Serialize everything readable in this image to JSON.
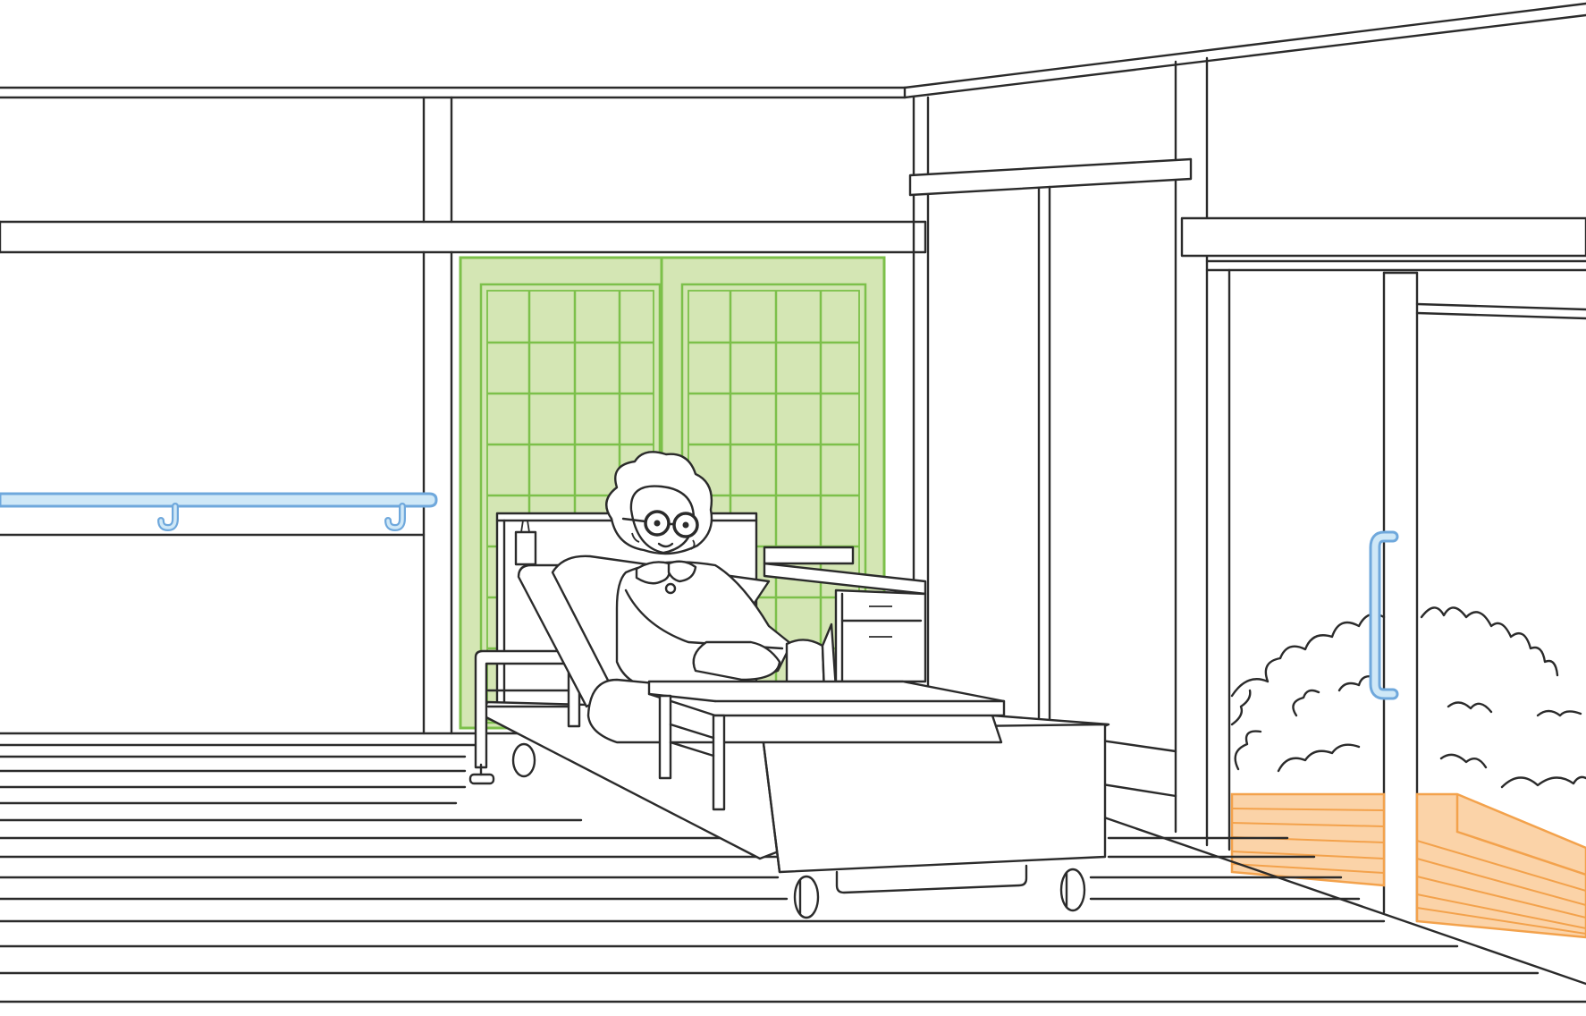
{
  "scene": {
    "description_free": true,
    "colors": {
      "outline": "#2b2b2b",
      "background": "#ffffff",
      "shoji_fill": "#d4e6b4",
      "shoji_stroke": "#7cc04a",
      "handrail_fill": "#cfe8f7",
      "handrail_stroke": "#6fa8dc",
      "deck_fill": "#fbd3a8",
      "deck_stroke": "#f3a24c"
    },
    "elements": [
      "shoji-screen",
      "wall-handrail",
      "door-grab-bar",
      "care-bed",
      "overbed-table",
      "bedside-cabinet",
      "elderly-woman",
      "book",
      "garden-shrubs",
      "wooden-deck",
      "glass-sliding-door"
    ]
  }
}
